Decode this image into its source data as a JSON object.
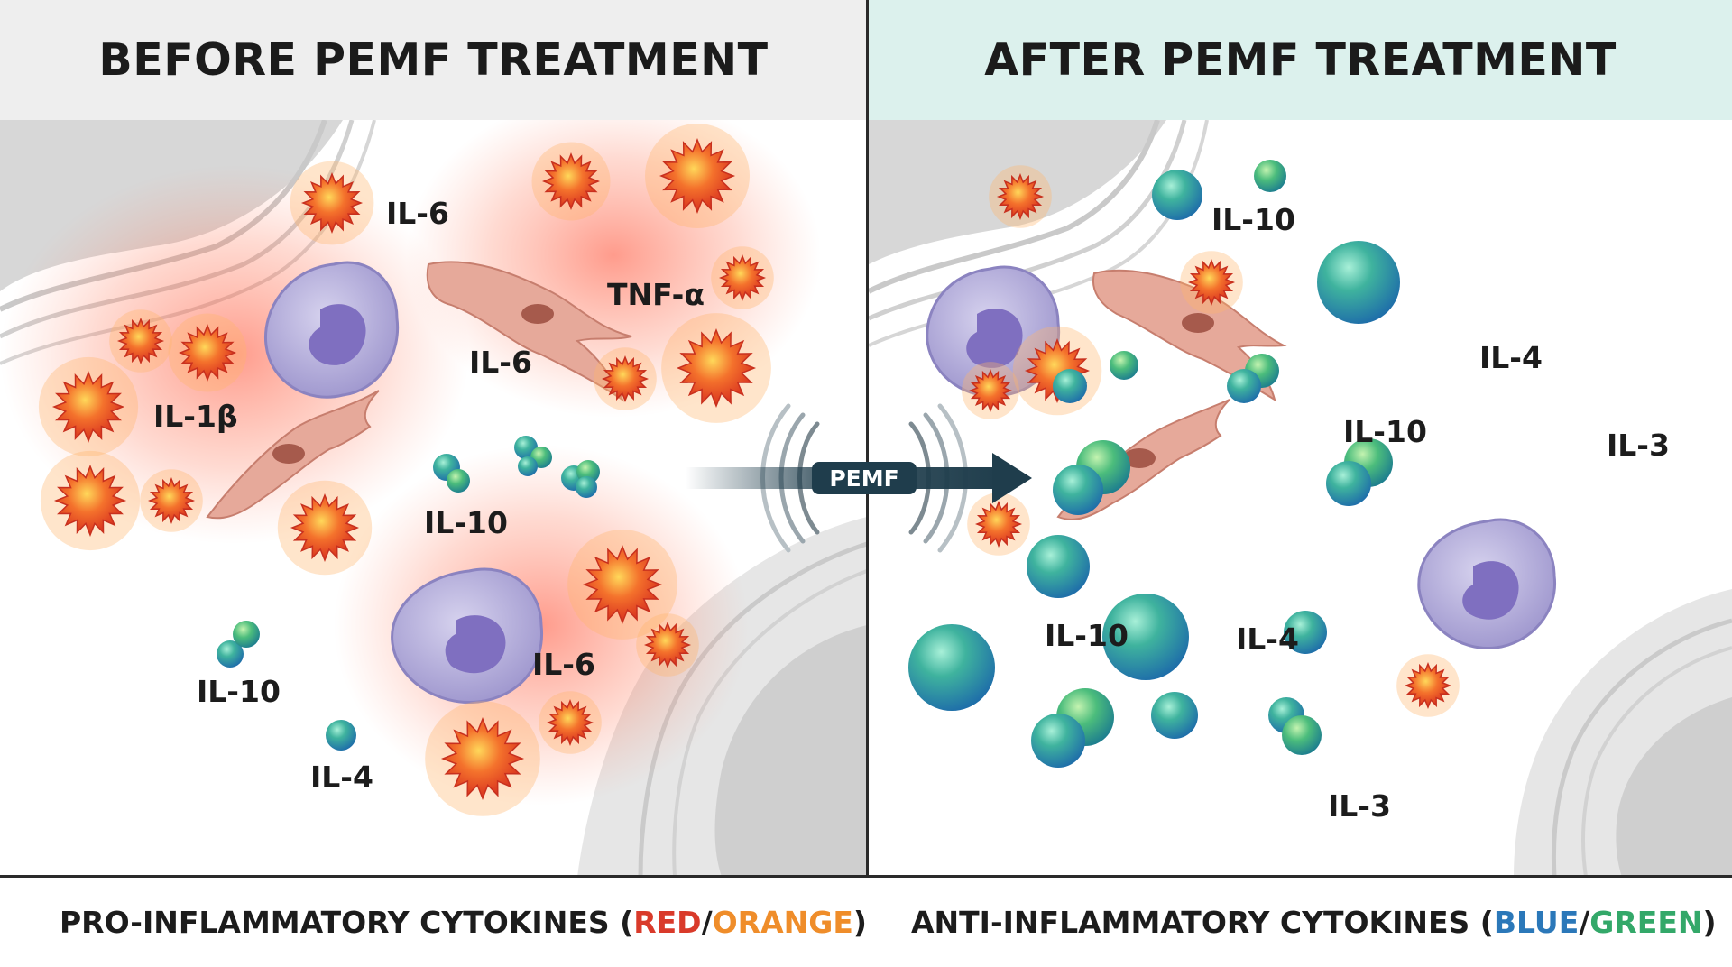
{
  "panels": {
    "before": {
      "header": "BEFORE PEMF TREATMENT",
      "header_bg": "#eeeeee",
      "labels": [
        "IL-6",
        "TNF-α",
        "IL-6",
        "IL-1β",
        "IL-10",
        "IL-10",
        "IL-6",
        "IL-4"
      ]
    },
    "after": {
      "header": "AFTER PEMF TREATMENT",
      "header_bg": "#dcf1ed",
      "labels": [
        "IL-10",
        "IL-4",
        "IL-10",
        "IL-3",
        "IL-10",
        "IL-4",
        "IL-3"
      ]
    }
  },
  "pemf": {
    "label": "PEMF",
    "arrow_color": "#1f3d4c"
  },
  "footer": {
    "left": {
      "prefix": "PRO-INFLAMMATORY CYTOKINES (",
      "word1": "RED",
      "sep": "/",
      "word2": "ORANGE",
      "suffix": ")"
    },
    "right": {
      "prefix": "ANTI-INFLAMMATORY CYTOKINES (",
      "word1": "BLUE",
      "sep": "/",
      "word2": "GREEN",
      "suffix": ")"
    }
  },
  "colors": {
    "pro_inflammatory": "#e8462a",
    "pro_inflammatory_2": "#f08a2c",
    "anti_inflammatory": "#2a7fb8",
    "anti_inflammatory_2": "#3cae6c",
    "caption_red": "#d93a2a",
    "caption_orange": "#ef8d2a",
    "caption_blue": "#2b78b9",
    "caption_green": "#33a869"
  }
}
